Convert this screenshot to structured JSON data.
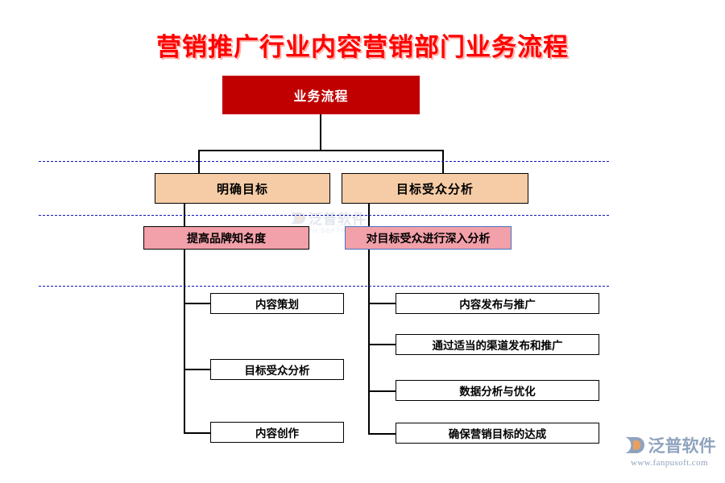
{
  "page": {
    "title": "营销推广行业内容营销部门业务流程",
    "title_color": "#FF0000",
    "background": "#ffffff"
  },
  "colors": {
    "root_fill": "#C00000",
    "level2_fill": "#F6CCA6",
    "level3_fill": "#F2A0A9",
    "leaf_fill": "#FFFFFF",
    "border_black": "#000000",
    "border_blue": "#4472C4",
    "separator": "#1414B4",
    "logo": "#8FA3BE"
  },
  "flow": {
    "root": {
      "label": "业务流程"
    },
    "branches": [
      {
        "id": "left",
        "level2": {
          "label": "明确目标"
        },
        "level3": {
          "label": "提高品牌知名度",
          "border": "black"
        },
        "leaves": [
          {
            "label": "内容策划"
          },
          {
            "label": "目标受众分析"
          },
          {
            "label": "内容创作"
          }
        ]
      },
      {
        "id": "right",
        "level2": {
          "label": "目标受众分析"
        },
        "level3": {
          "label": "对目标受众进行深入分析",
          "border": "blue"
        },
        "leaves": [
          {
            "label": "内容发布与推广"
          },
          {
            "label": "通过适当的渠道发布和推广"
          },
          {
            "label": "数据分析与优化"
          },
          {
            "label": "确保营销目标的达成"
          }
        ]
      }
    ]
  },
  "watermark": {
    "text": "泛普软件",
    "sub": "FANPU SOFTWARE"
  },
  "logo": {
    "text": "泛普软件",
    "url": "www.fanpusoft.com"
  }
}
